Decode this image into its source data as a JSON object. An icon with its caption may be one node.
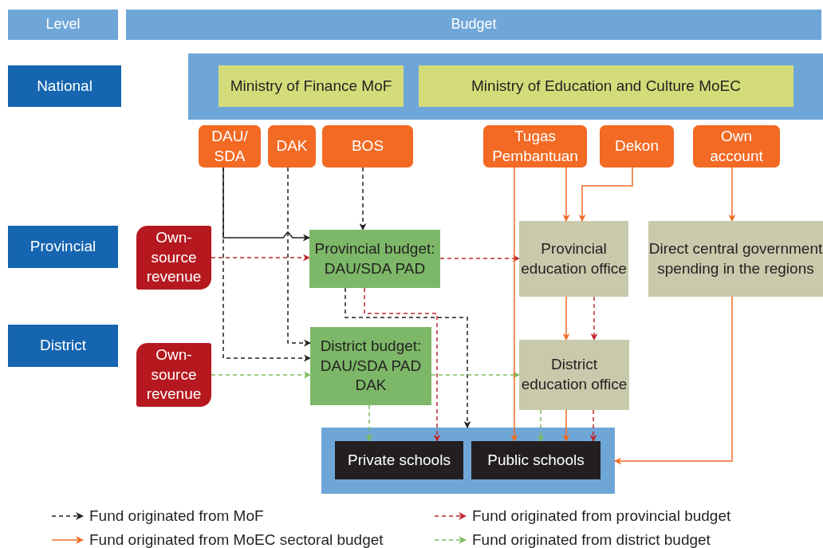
{
  "diagram": {
    "nodes": [
      {
        "text": [
          "Level"
        ]
      },
      {
        "text": [
          "Budget"
        ]
      },
      {
        "text": [
          "National"
        ]
      },
      {
        "text": [],
        "shape": "box"
      },
      {
        "text": [
          "Ministry of Finance MoF"
        ],
        "in": 3
      },
      {
        "text": [
          "Ministry of Education and Culture MoEC"
        ],
        "in": 3
      },
      {
        "text": [
          "Provincial"
        ]
      },
      {
        "text": [
          "District"
        ]
      },
      {
        "text": [
          "DAU/ SDA"
        ]
      },
      {
        "text": [
          "DAK"
        ]
      },
      {
        "text": [
          "BOS"
        ]
      },
      {
        "text": [
          "Tugas Pembantuan"
        ]
      },
      {
        "text": [
          "Dekon"
        ]
      },
      {
        "text": [
          "Own account"
        ]
      },
      {
        "text": [
          "Own- source revenue"
        ]
      },
      {
        "text": [
          "Provincial budget: DAU/SDA PAD"
        ]
      },
      {
        "text": [
          "Provincial education office"
        ]
      },
      {
        "text": [
          "Direct central government spending in the regions"
        ]
      },
      {
        "text": [
          "Own- source revenue"
        ]
      },
      {
        "text": [
          "District budget: DAU/SDA PAD DAK"
        ]
      },
      {
        "text": [
          "District education office"
        ]
      },
      {
        "text": [],
        "shape": "box"
      },
      {
        "text": [
          "Private schools"
        ],
        "in": 21
      },
      {
        "text": [
          "Public schools"
        ],
        "in": 21
      }
    ],
    "edges": [
      {
        "from": 8,
        "to": 15,
        "arrow": "to",
        "color": "#231f20"
      },
      {
        "from": 8,
        "to": 19,
        "arrow": "to",
        "style": "dashed",
        "color": "#231f20"
      },
      {
        "from": 9,
        "to": 19,
        "arrow": "to",
        "style": "dashed",
        "color": "#231f20"
      },
      {
        "from": 10,
        "to": 15,
        "arrow": "to",
        "style": "dashed",
        "color": "#231f20"
      },
      {
        "from": 15,
        "to": 21,
        "arrow": "to",
        "style": "dashed",
        "color": "#231f20"
      },
      {
        "from": 15,
        "to": 22,
        "arrow": "to",
        "style": "dashed",
        "color": "#c0272d"
      },
      {
        "from": 14,
        "to": 15,
        "arrow": "to",
        "style": "dashed",
        "color": "#c0272d"
      },
      {
        "from": 15,
        "to": 16,
        "arrow": "to",
        "style": "dashed",
        "color": "#c0272d"
      },
      {
        "from": 16,
        "to": 20,
        "arrow": "to",
        "style": "dashed",
        "color": "#c0272d"
      },
      {
        "from": 20,
        "to": 23,
        "arrow": "to",
        "style": "dashed",
        "color": "#c0272d"
      },
      {
        "from": 18,
        "to": 19,
        "arrow": "to",
        "style": "dashed",
        "color": "#7dbb5f"
      },
      {
        "from": 19,
        "to": 20,
        "arrow": "to",
        "style": "dashed",
        "color": "#7dbb5f"
      },
      {
        "from": 19,
        "to": 22,
        "arrow": "to",
        "style": "dashed",
        "color": "#7dbb5f"
      },
      {
        "from": 20,
        "to": 23,
        "arrow": "to",
        "style": "dashed",
        "color": "#7dbb5f"
      },
      {
        "from": 11,
        "to": 23,
        "arrow": "to",
        "color": "#f26a24"
      },
      {
        "from": 11,
        "to": 16,
        "arrow": "to",
        "color": "#f26a24"
      },
      {
        "from": 12,
        "to": 16,
        "arrow": "to",
        "color": "#f26a24"
      },
      {
        "from": 13,
        "to": 17,
        "arrow": "to",
        "color": "#f26a24"
      },
      {
        "from": 16,
        "to": 20,
        "arrow": "to",
        "color": "#f26a24"
      },
      {
        "from": 20,
        "to": 23,
        "arrow": "to",
        "color": "#f26a24"
      },
      {
        "from": 17,
        "to": 21,
        "arrow": "to",
        "color": "#f26a24"
      }
    ],
    "legend": [
      {
        "text": "Fund originated from MoF"
      },
      {
        "text": "Fund originated from provincial budget"
      },
      {
        "text": "Fund originated from MoEC sectoral budget"
      },
      {
        "text": "Fund originated from district budget"
      }
    ]
  }
}
